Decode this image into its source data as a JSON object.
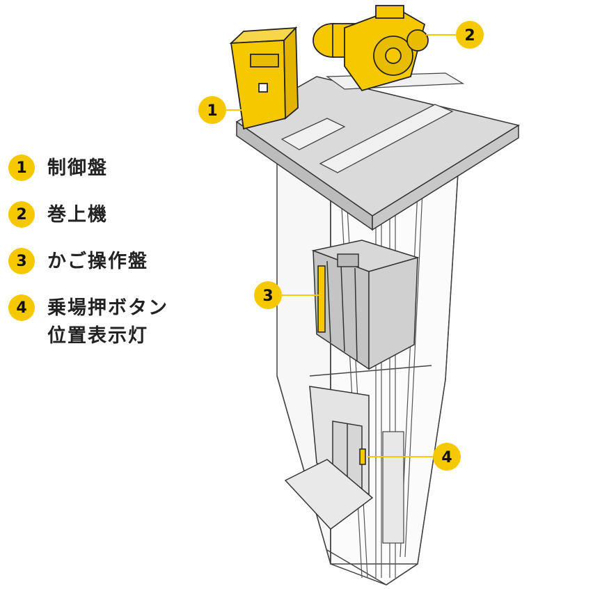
{
  "legend": [
    {
      "number": "1",
      "label": "制御盤"
    },
    {
      "number": "2",
      "label": "巻上機"
    },
    {
      "number": "3",
      "label": "かご操作盤"
    },
    {
      "number": "4",
      "label": "乗場押ボタン\n位置表示灯"
    }
  ],
  "callouts": [
    {
      "number": "1"
    },
    {
      "number": "2"
    },
    {
      "number": "3"
    },
    {
      "number": "4"
    }
  ],
  "colors": {
    "accent": "#f5c800",
    "outline": "#333333",
    "shaft": "#f2f2f2",
    "machine_room_floor": "#dadada"
  }
}
